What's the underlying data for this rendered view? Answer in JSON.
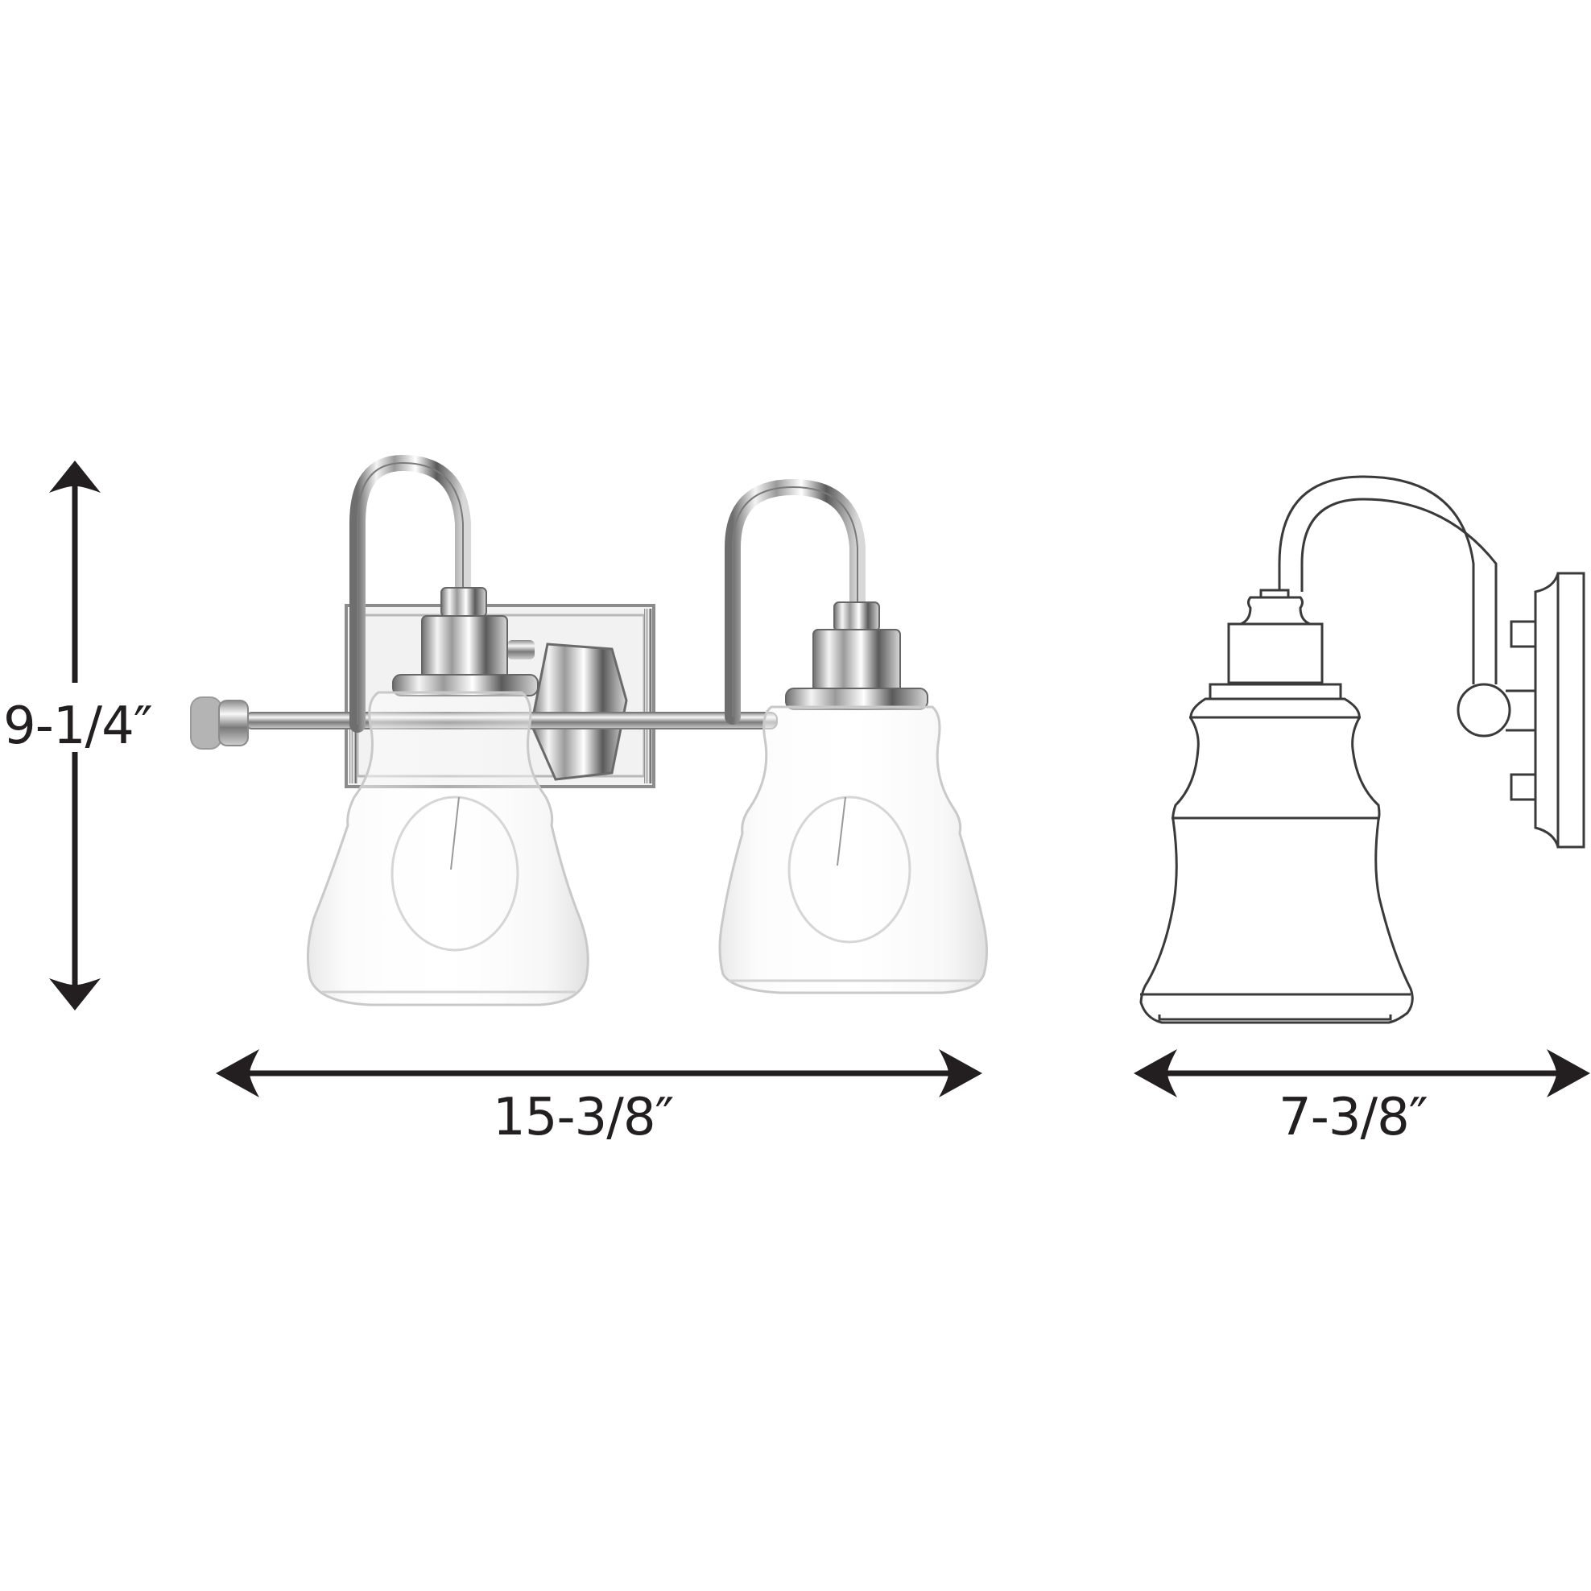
{
  "diagram": {
    "type": "product-dimension-drawing",
    "subject": "two-light bath vanity fixture, chrome finish, clear bell glass shades",
    "background_color": "#ffffff",
    "line_color": "#231f20",
    "views": [
      {
        "name": "front-view-photo",
        "lights": 2,
        "finish": "chrome"
      },
      {
        "name": "side-view-line-drawing",
        "lights": 1
      }
    ],
    "dimensions": {
      "height": {
        "label": "9-1/4″",
        "orientation": "vertical"
      },
      "width": {
        "label": "15-3/8″",
        "orientation": "horizontal"
      },
      "depth": {
        "label": "7-3/8″",
        "orientation": "horizontal"
      }
    },
    "icons": {
      "arrow_up": "arrow-up-icon",
      "arrow_down": "arrow-down-icon",
      "arrow_left": "arrow-left-icon",
      "arrow_right": "arrow-right-icon"
    }
  }
}
